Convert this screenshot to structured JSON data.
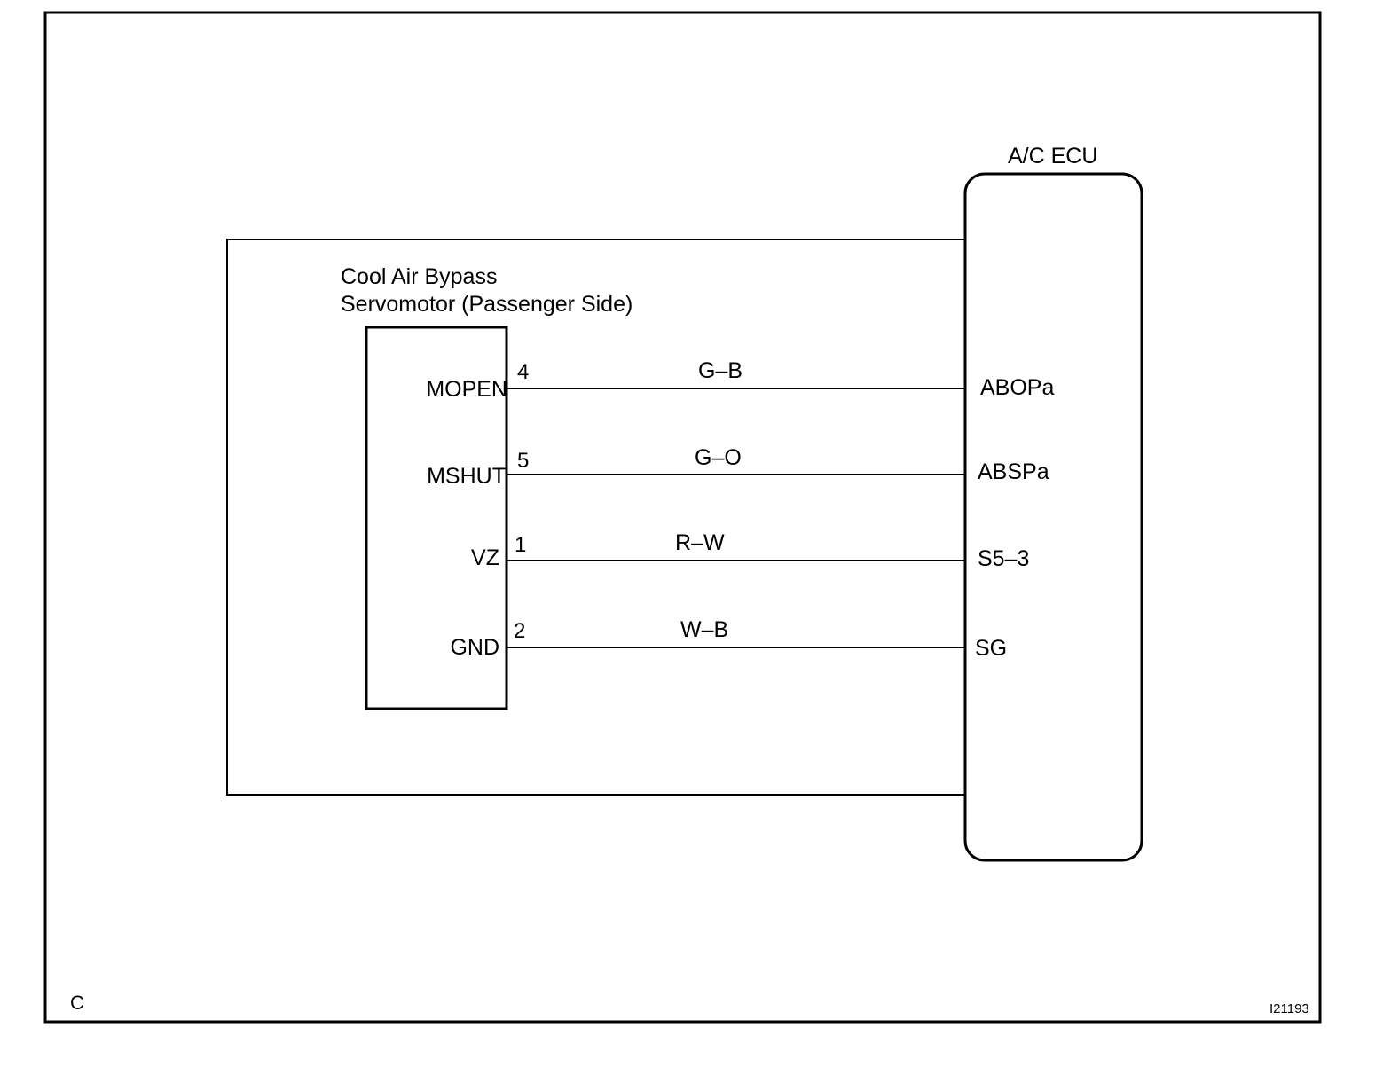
{
  "diagram": {
    "ecu_title": "A/C ECU",
    "servo_title_line1": "Cool Air Bypass",
    "servo_title_line2": "Servomotor (Passenger Side)",
    "wires": [
      {
        "pin": "4",
        "servo_terminal": "MOPEN",
        "color_code": "G–B",
        "ecu_terminal": "ABOPa"
      },
      {
        "pin": "5",
        "servo_terminal": "MSHUT",
        "color_code": "G–O",
        "ecu_terminal": "ABSPa"
      },
      {
        "pin": "1",
        "servo_terminal": "VZ",
        "color_code": "R–W",
        "ecu_terminal": "S5–3"
      },
      {
        "pin": "2",
        "servo_terminal": "GND",
        "color_code": "W–B",
        "ecu_terminal": "SG"
      }
    ],
    "corner_letter": "C",
    "figure_id": "I21193"
  }
}
